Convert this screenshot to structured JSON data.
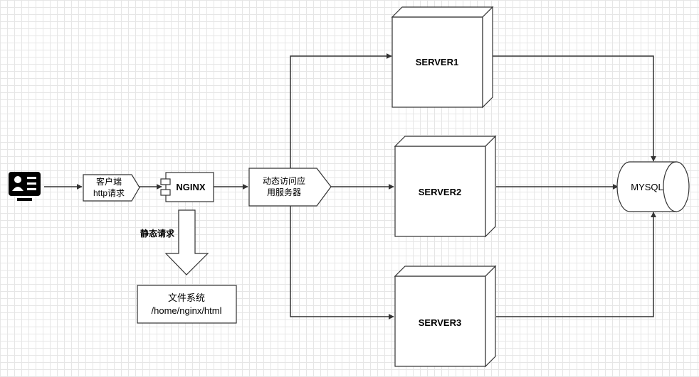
{
  "colors": {
    "stroke": "#333333",
    "fill": "#ffffff",
    "ink": "#000000"
  },
  "client": {
    "icon": "user-card-icon",
    "label_line1": "客户端",
    "label_line2": "http请求"
  },
  "nginx": {
    "icon": "component-icon",
    "label": "NGINX"
  },
  "static_request": {
    "label": "静态请求"
  },
  "filesystem": {
    "line1": "文件系统",
    "line2": "/home/nginx/html"
  },
  "app_server": {
    "line1": "动态访问应",
    "line2": "用服务器"
  },
  "servers": [
    {
      "label": "SERVER1"
    },
    {
      "label": "SERVER2"
    },
    {
      "label": "SERVER3"
    }
  ],
  "database": {
    "icon": "database-cylinder-icon",
    "label": "MYSQL"
  }
}
